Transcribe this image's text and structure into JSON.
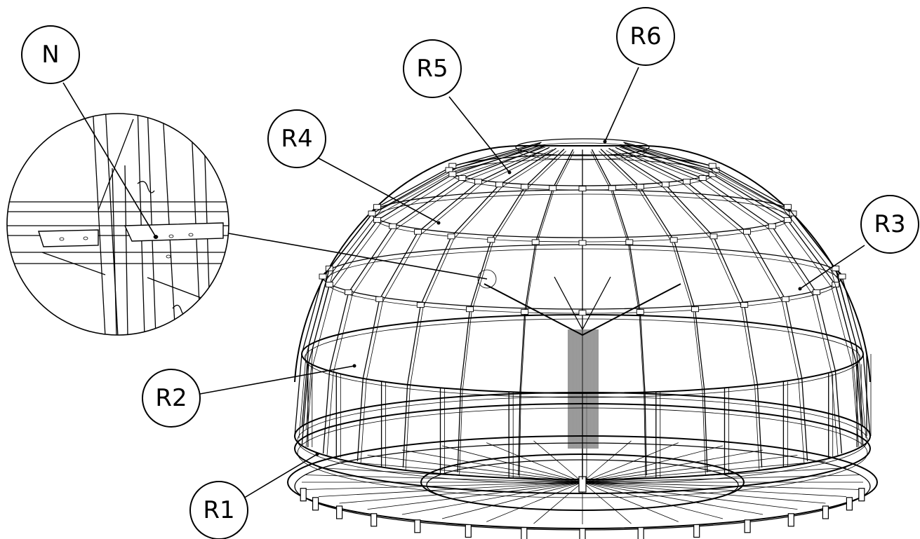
{
  "diagram": {
    "callouts": [
      {
        "id": "N",
        "label": "N"
      },
      {
        "id": "R1",
        "label": "R1"
      },
      {
        "id": "R2",
        "label": "R2"
      },
      {
        "id": "R3",
        "label": "R3"
      },
      {
        "id": "R4",
        "label": "R4"
      },
      {
        "id": "R5",
        "label": "R5"
      },
      {
        "id": "R6",
        "label": "R6"
      }
    ]
  },
  "colors": {
    "line": "#000000",
    "background": "#ffffff"
  }
}
